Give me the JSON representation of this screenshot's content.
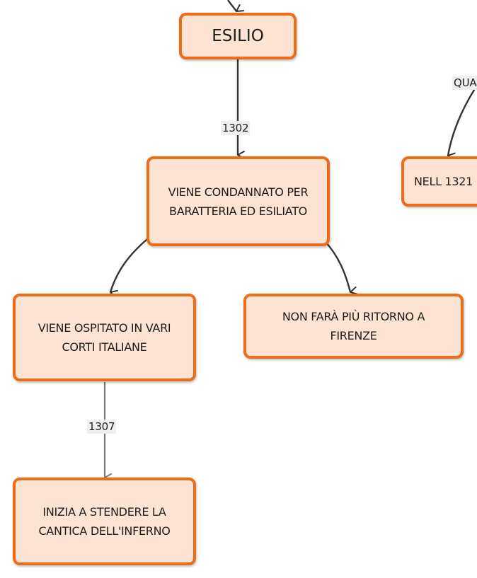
{
  "colors": {
    "node_fill": "#fde3d4",
    "node_border": "#ef6c17",
    "edge_dark": "#333333",
    "edge_gray": "#7a7a7a",
    "label_bg": "#eef0f0"
  },
  "nodes": {
    "esilio": "ESILIO",
    "condannato": "VIENE CONDANNATO PER BARATTERIA ED ESILIATO",
    "ospitato": "VIENE OSPITATO IN VARI CORTI ITALIANE",
    "ritorno": "NON FARÀ PIÙ RITORNO A FIRENZE",
    "inferno": "INIZIA A STENDERE LA CANTICA DELL'INFERNO",
    "nell1321": "NELL 1321"
  },
  "edge_labels": {
    "y1302": "1302",
    "y1307": "1307",
    "qua": "QUA"
  }
}
